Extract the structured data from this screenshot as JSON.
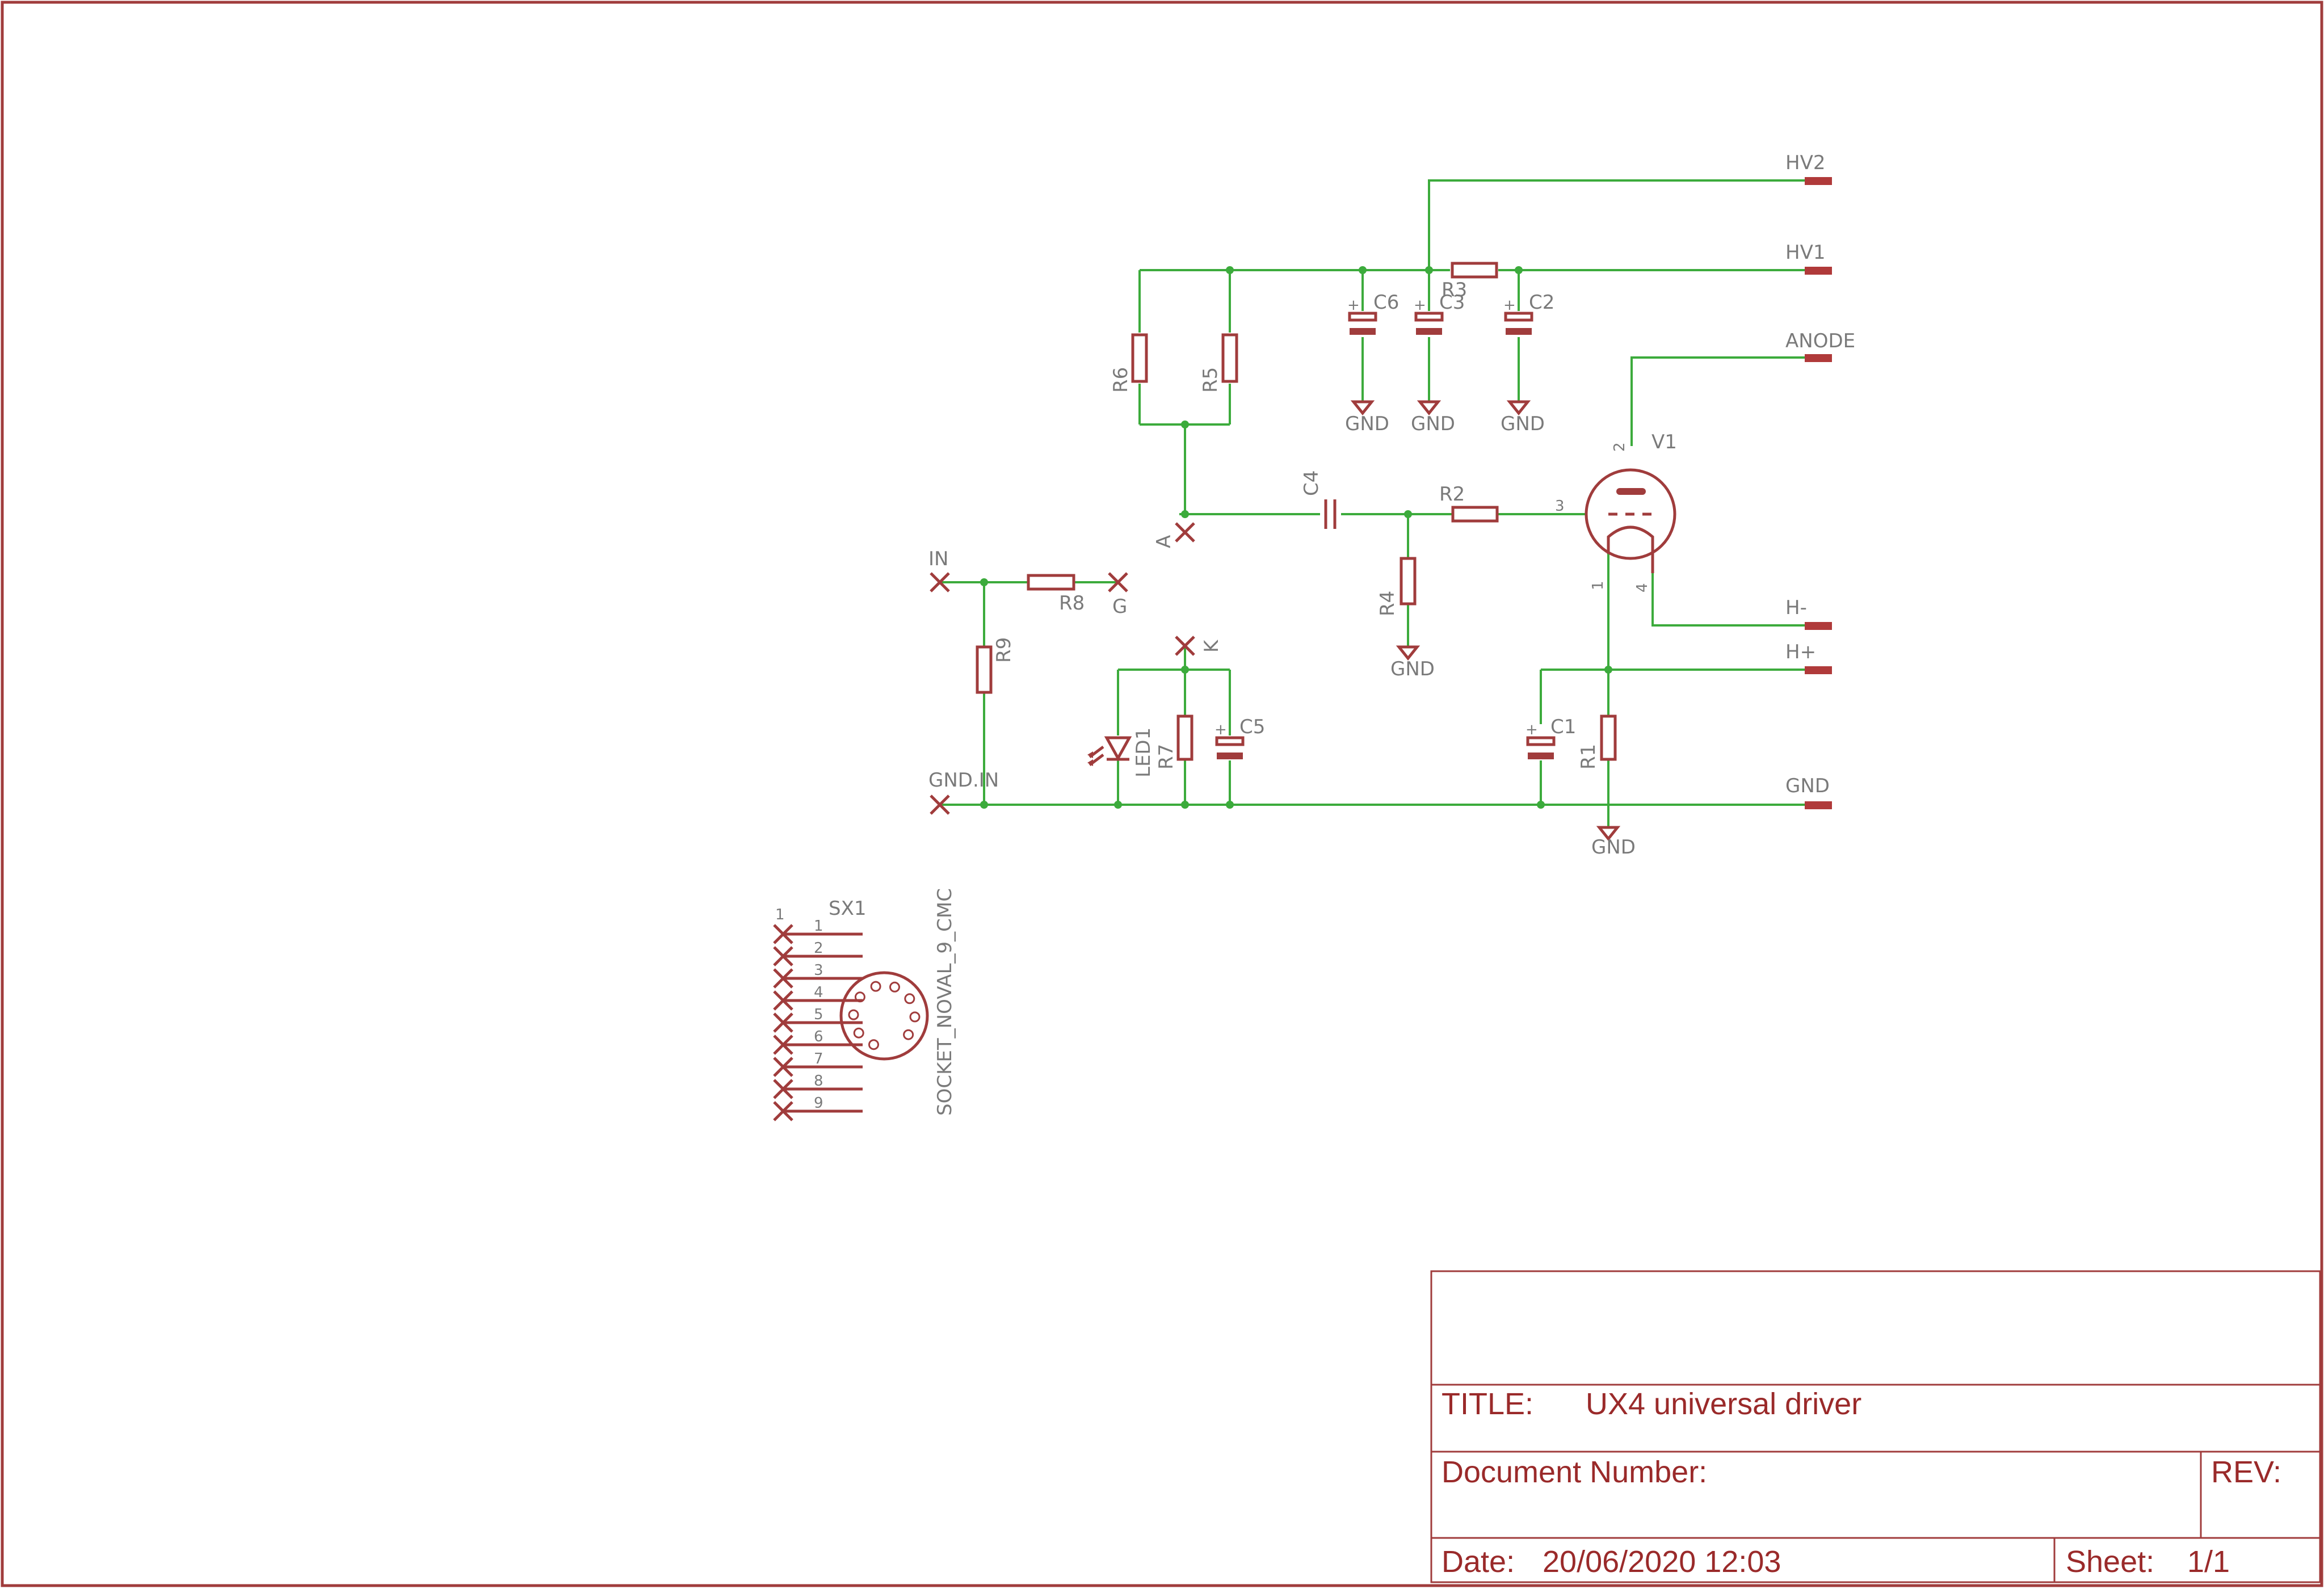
{
  "schematic": {
    "ports": {
      "hv2": "HV2",
      "hv1": "HV1",
      "anode": "ANODE",
      "hminus": "H-",
      "hplus": "H+",
      "gnd": "GND"
    },
    "nets": {
      "in": "IN",
      "g": "G",
      "gnd_in": "GND.IN",
      "a": "A",
      "k": "K"
    },
    "parts": {
      "r1": "R1",
      "r2": "R2",
      "r3": "R3",
      "r4": "R4",
      "r5": "R5",
      "r6": "R6",
      "r7": "R7",
      "r8": "R8",
      "r9": "R9",
      "c1": "C1",
      "c2": "C2",
      "c3": "C3",
      "c4": "C4",
      "c5": "C5",
      "c6": "C6",
      "led1": "LED1",
      "v1": "V1",
      "sx1": "SX1",
      "socket_value": "SOCKET_NOVAL_9_CMC"
    },
    "gnd_symbol_label": "GND",
    "polarity_mark": "+",
    "tube_pins": {
      "p1": "1",
      "p2": "2",
      "p3": "3",
      "p4": "4"
    },
    "socket_pins": [
      "1",
      "2",
      "3",
      "4",
      "5",
      "6",
      "7",
      "8",
      "9"
    ],
    "socket_side_pin": "1"
  },
  "title_block": {
    "title_label": "TITLE:",
    "title_value": "UX4 universal driver",
    "doc_number_label": "Document Number:",
    "rev_label": "REV:",
    "date_label": "Date:",
    "date_value": "20/06/2020 12:03",
    "sheet_label": "Sheet:",
    "sheet_value": "1/1"
  },
  "colors": {
    "wire": "#3cab3c",
    "part": "#a03c3c",
    "text": "#7a7a7a"
  }
}
